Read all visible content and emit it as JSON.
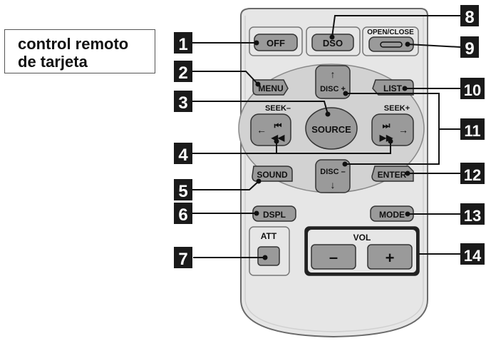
{
  "caption": {
    "line1": "control remoto",
    "line2": "de tarjeta"
  },
  "buttons": {
    "off": "OFF",
    "dso": "DSO",
    "open_close": "OPEN/CLOSE",
    "menu": "MENU",
    "disc_plus": "DISC +",
    "list": "LIST",
    "source": "SOURCE",
    "seek_minus": "SEEK–",
    "seek_plus": "SEEK+",
    "disc_minus": "DISC –",
    "sound": "SOUND",
    "enter": "ENTER",
    "dspl": "DSPL",
    "mode": "MODE",
    "att": "ATT",
    "vol": "VOL",
    "vol_minus": "–",
    "vol_plus": "+"
  },
  "callouts": [
    "1",
    "2",
    "3",
    "4",
    "5",
    "6",
    "7",
    "8",
    "9",
    "10",
    "11",
    "12",
    "13",
    "14"
  ],
  "colors": {
    "callout_bg": "#1a1a1a",
    "button_fill": "#9a9a9a",
    "body_fill": "#e6e6e6",
    "pad_fill": "#c8c8c8"
  }
}
